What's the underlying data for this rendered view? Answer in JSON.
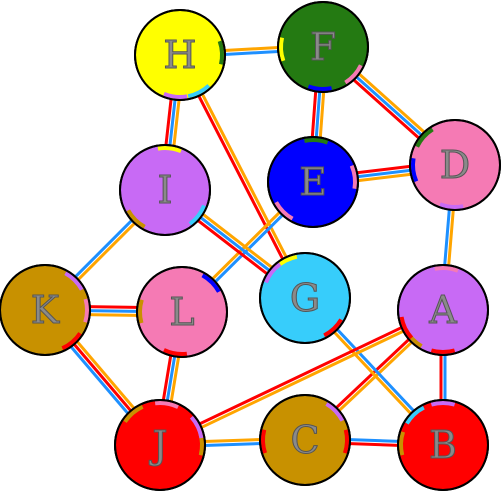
{
  "nodes": [
    {
      "id": "A",
      "label": "A",
      "color": "#c86af5"
    },
    {
      "id": "B",
      "label": "B",
      "color": "#ff0000"
    },
    {
      "id": "C",
      "label": "C",
      "color": "#c89100"
    },
    {
      "id": "D",
      "label": "D",
      "color": "#f57ab4"
    },
    {
      "id": "E",
      "label": "E",
      "color": "#0000ff"
    },
    {
      "id": "F",
      "label": "F",
      "color": "#247a12"
    },
    {
      "id": "G",
      "label": "G",
      "color": "#37cdfb"
    },
    {
      "id": "H",
      "label": "H",
      "color": "#ffff00"
    },
    {
      "id": "I",
      "label": "I",
      "color": "#c86af5"
    },
    {
      "id": "J",
      "label": "J",
      "color": "#ff0000"
    },
    {
      "id": "K",
      "label": "K",
      "color": "#c89100"
    },
    {
      "id": "L",
      "label": "L",
      "color": "#f57ab4"
    }
  ],
  "edges": [
    {
      "from": "H",
      "to": "F",
      "colors": [
        "#ffa500",
        "#1e90ff"
      ]
    },
    {
      "from": "H",
      "to": "I",
      "colors": [
        "#ffa500",
        "#1e90ff",
        "#ff0000"
      ]
    },
    {
      "from": "H",
      "to": "G",
      "colors": [
        "#ffa500",
        "#ff0000"
      ]
    },
    {
      "from": "F",
      "to": "E",
      "colors": [
        "#ffa500",
        "#1e90ff",
        "#ff0000"
      ]
    },
    {
      "from": "F",
      "to": "D",
      "colors": [
        "#ffa500",
        "#1e90ff",
        "#ff0000"
      ]
    },
    {
      "from": "E",
      "to": "D",
      "colors": [
        "#ff0000",
        "#1e90ff",
        "#ffa500"
      ]
    },
    {
      "from": "E",
      "to": "L",
      "colors": [
        "#1e90ff",
        "#ffa500"
      ]
    },
    {
      "from": "D",
      "to": "A",
      "colors": [
        "#ffa500",
        "#1e90ff"
      ]
    },
    {
      "from": "I",
      "to": "K",
      "colors": [
        "#ffa500",
        "#1e90ff"
      ]
    },
    {
      "from": "I",
      "to": "G",
      "colors": [
        "#ffa500",
        "#1e90ff",
        "#ff0000"
      ]
    },
    {
      "from": "K",
      "to": "L",
      "colors": [
        "#ff0000",
        "#1e90ff",
        "#ffa500"
      ]
    },
    {
      "from": "K",
      "to": "J",
      "colors": [
        "#ffa500",
        "#ff0000",
        "#1e90ff"
      ]
    },
    {
      "from": "L",
      "to": "J",
      "colors": [
        "#ffa500",
        "#1e90ff",
        "#ff0000"
      ]
    },
    {
      "from": "J",
      "to": "C",
      "colors": [
        "#ffa500",
        "#1e90ff"
      ]
    },
    {
      "from": "C",
      "to": "B",
      "colors": [
        "#1e90ff",
        "#ff0000"
      ]
    },
    {
      "from": "C",
      "to": "A",
      "colors": [
        "#ff0000",
        "#ffa500"
      ]
    },
    {
      "from": "A",
      "to": "B",
      "colors": [
        "#1e90ff",
        "#ff0000"
      ]
    },
    {
      "from": "G",
      "to": "B",
      "colors": [
        "#1e90ff",
        "#ffa500"
      ]
    },
    {
      "from": "A",
      "to": "J",
      "colors": [
        "#ffa500",
        "#ff0000"
      ]
    }
  ]
}
